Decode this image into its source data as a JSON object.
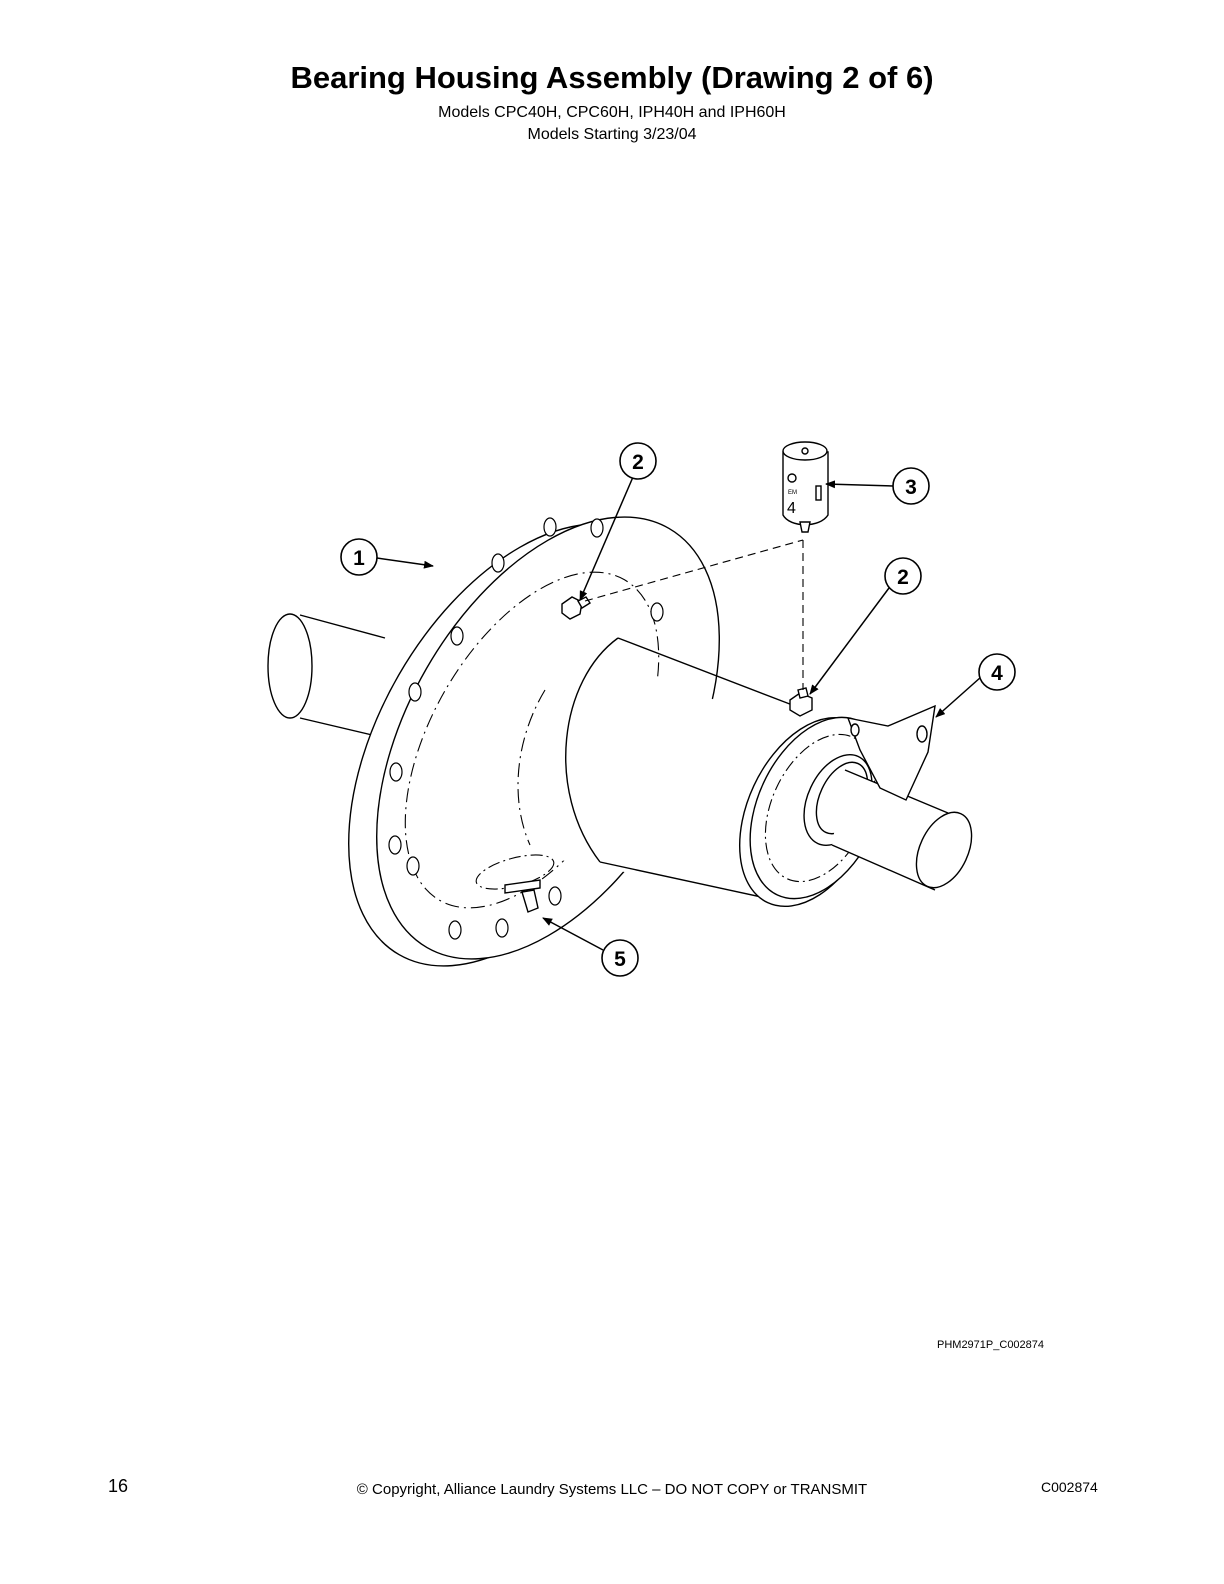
{
  "header": {
    "title": "Bearing Housing Assembly (Drawing 2 of 6)",
    "models": "Models CPC40H, CPC60H, IPH40H and IPH60H",
    "start": "Models Starting 3/23/04"
  },
  "callouts": [
    {
      "label": "1"
    },
    {
      "label": "2"
    },
    {
      "label": "3"
    },
    {
      "label": "2"
    },
    {
      "label": "4"
    },
    {
      "label": "5"
    }
  ],
  "lubricator_marking": {
    "top": "EM",
    "digit": "4"
  },
  "drawing_id": "PHM2971P_C002874",
  "footer": {
    "page_number": "16",
    "copyright": "© Copyright, Alliance Laundry Systems LLC – DO NOT COPY or TRANSMIT",
    "doc_code": "C002874"
  }
}
